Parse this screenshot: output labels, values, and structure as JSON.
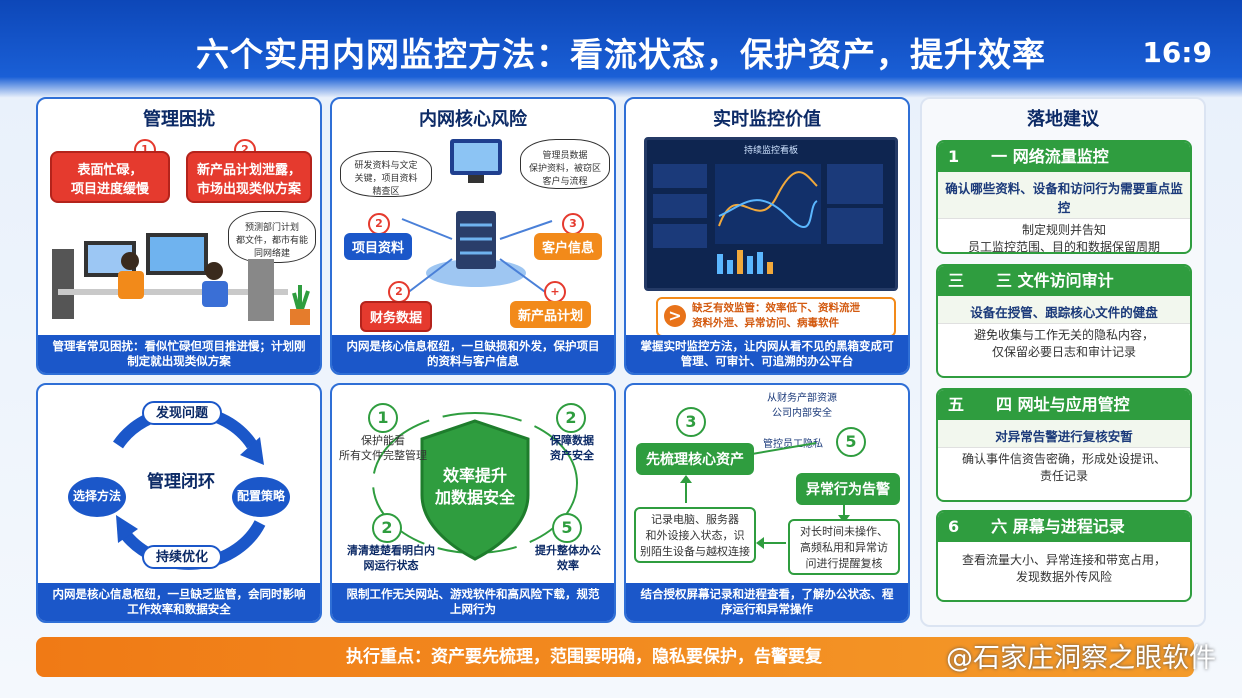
{
  "title": "六个实用内网监控方法：看流状态，保护资产，提升效率",
  "ratio": "16:9",
  "card1": {
    "title": "管理困扰",
    "bubble1_num": "1",
    "bubble1": "表面忙碌，\n项目进度缓慢",
    "bubble2_num": "2",
    "bubble2": "新产品计划泄露，\n市场出现类似方案",
    "thought": "预测部门计划\n都文件，都市有能\n同网络建",
    "caption": "管理者常见困扰：看似忙碌但项目推进慢；计划刚制定就出现类似方案"
  },
  "card2": {
    "title": "内网核心风险",
    "bubble_left": "研发资料与文定\n关键，项目资料\n精查区",
    "bubble_right": "管理员数据\n保护资料，被窃区\n客户与流程",
    "n1": "2",
    "t1": "项目资料",
    "n2": "3",
    "t2": "客户信息",
    "n3": "2",
    "t3": "财务数据",
    "n4": "+",
    "t4": "新产品计划",
    "caption": "内网是核心信息枢纽，一旦缺损和外发，保护项目的资料与客户信息"
  },
  "card3": {
    "title": "实时监控价值",
    "screen_title": "持续监控看板",
    "warn_icon": ">",
    "warn": "缺乏有效监管：效率低下、资料流泄\n资料外泄、异常访问、病毒软件",
    "caption": "掌握实时监控方法，让内网从看不见的黑箱变成可管理、可审计、可追溯的办公平台"
  },
  "card4": {
    "title": "落地建议",
    "items": [
      {
        "head": "1　　一 网络流量监控",
        "sub": "确认哪些资料、设备和访问行为需要重点监控",
        "body": "制定规则并告知\n员工监控范围、目的和数据保留周期"
      },
      {
        "head": "三　　三 文件访问审计",
        "sub": "设备在授管、跟踪核心文件的健盘",
        "body": "避免收集与工作无关的隐私内容，\n仅保留必要日志和审计记录"
      },
      {
        "head": "五　　四 网址与应用管控",
        "sub": "对异常告警进行复核安暂",
        "body": "确认事件信资告密确，形成处设提讯、\n责任记录"
      },
      {
        "head": "6　　六 屏幕与进程记录",
        "sub": "",
        "body": "查看流量大小、异常连接和带宽占用，\n发现数据外传风险"
      }
    ]
  },
  "card5": {
    "center": "管理闭环",
    "top": "发现问题",
    "right": "配置策略",
    "bottom": "持续优化",
    "left": "选择方法",
    "caption": "内网是核心信息枢纽，一旦缺乏监管，会同时影响工作效率和数据安全"
  },
  "card6": {
    "shield": "效率提升\n加数据安全",
    "n1": "1",
    "t1": "保护能看\n所有文件完整管理",
    "n2": "2",
    "t2": "保障数据\n资产安全",
    "n3": "2",
    "t3": "清清楚楚看明白内\n网运行状态",
    "n4": "5",
    "t4": "提升整体办公\n效率",
    "caption": "限制工作无关网站、游戏软件和高风险下载，规范上网行为"
  },
  "card7": {
    "n3": "3",
    "t3": "先梳理核心资产",
    "top_note": "从财务产部资源\n公司内部安全",
    "mid_note": "管控员工隐私",
    "n5": "5",
    "t5": "异常行为告警",
    "left_box": "记录电脑、服务器\n和外设接入状态，识\n别陌生设备与越权连接",
    "right_box": "对长时间未操作、\n高频私用和异常访\n问进行提醒复核",
    "caption": "结合授权屏幕记录和进程查看，了解办公状态、程序运行和异常操作"
  },
  "bottom": "执行重点：资产要先梳理，范围要明确，隐私要保护，告警要复",
  "watermark": "@石家庄洞察之眼软件",
  "colors": {
    "primary": "#1b57c9",
    "accent_orange": "#f28a1a",
    "alert_red": "#e53a2e",
    "success_green": "#2f9d3f"
  }
}
